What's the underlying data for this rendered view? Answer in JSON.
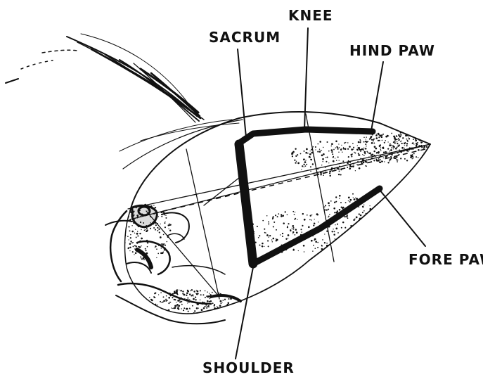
{
  "labels": {
    "sacrum": "SACRUM",
    "knee": "KNEE",
    "hind_paw": "HIND PAW",
    "fore_paw": "FORE PAW",
    "shoulder": "SHOULDER"
  },
  "colors": {
    "ink": "#111111",
    "paper": "#ffffff"
  }
}
